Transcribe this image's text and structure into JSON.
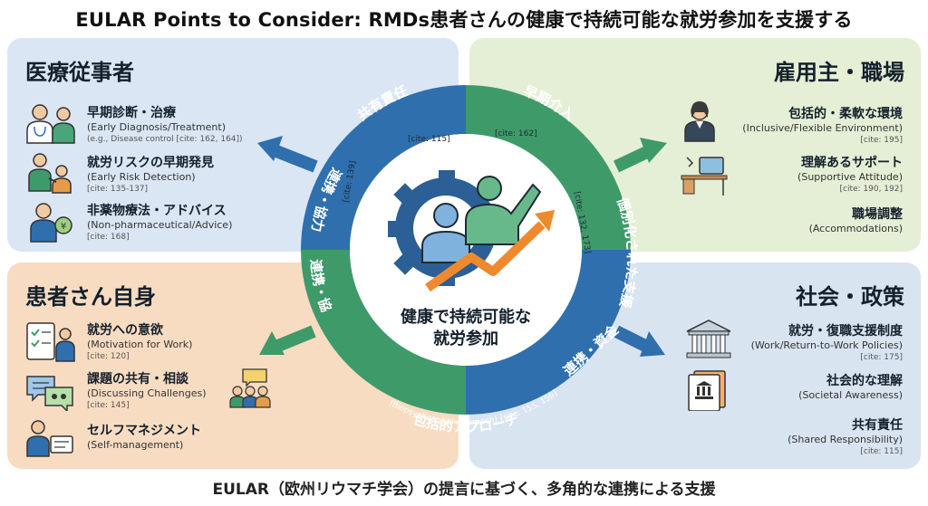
{
  "title": "EULAR Points to Consider: RMDs患者さんの健康で持続可能な就労参加を支援する",
  "footer": "EULAR（欧州リウマチ学会）の提言に基づく、多角的な連携による支援",
  "center_label": [
    "健康で持続可能な",
    "就労参加"
  ],
  "ring": {
    "top_left": {
      "label": "共有責任",
      "cite": "[cite: 115]"
    },
    "top_right": {
      "label": "早期介入",
      "cite": "[cite: 162]"
    },
    "right": {
      "label": "個別化された支援",
      "cite": "[cite: 132, 173]"
    },
    "left_upper": {
      "label": "連携・協力",
      "cite": "[cite: 139]"
    },
    "left_lower": {
      "label": "連携・協力"
    },
    "right_lower": {
      "label": "連携・資金"
    },
    "bottom": {
      "label": "包括的アプローチ",
      "sublabel": "(Biopsychosocial Approach)",
      "cite": "[cite: 155, 156]"
    }
  },
  "quadrants": {
    "healthcare": {
      "heading": "医療従事者",
      "items": [
        {
          "title": "早期診断・治療",
          "en": "(Early Diagnosis/Treatment)",
          "cite": "(e.g., Disease control [cite: 162, 164])"
        },
        {
          "title": "就労リスクの早期発見",
          "en": "(Early Risk Detection)",
          "cite": "[cite: 135-137]"
        },
        {
          "title": "非薬物療法・アドバイス",
          "en": "(Non-pharmaceutical/Advice)",
          "cite": "[cite: 168]"
        }
      ]
    },
    "employer": {
      "heading": "雇用主・職場",
      "items": [
        {
          "title": "包括的・柔軟な環境",
          "en": "(Inclusive/Flexible Environment)",
          "cite": "[cite: 195]"
        },
        {
          "title": "理解あるサポート",
          "en": "(Supportive Attitude)",
          "cite": "[cite: 190, 192]"
        },
        {
          "title": "職場調整",
          "en": "(Accommodations)"
        }
      ]
    },
    "patient": {
      "heading": "患者さん自身",
      "items": [
        {
          "title": "就労への意欲",
          "en": "(Motivation for Work)",
          "cite": "[cite: 120]"
        },
        {
          "title": "課題の共有・相談",
          "en": "(Discussing Challenges)",
          "cite": "[cite: 145]"
        },
        {
          "title": "セルフマネジメント",
          "en": "(Self-management)"
        }
      ]
    },
    "society": {
      "heading": "社会・政策",
      "items": [
        {
          "title": "就労・復職支援制度",
          "en": "(Work/Return-to-Work Policies)",
          "cite": "[cite: 175]"
        },
        {
          "title": "社会的な理解",
          "en": "(Societal Awareness)"
        },
        {
          "title": "共有責任",
          "en": "(Shared Responsibility)",
          "cite": "[cite: 115]"
        }
      ]
    }
  },
  "colors": {
    "ring_blue": "#2f6fae",
    "ring_green": "#3f9a6a",
    "gear": "#2b5f95",
    "growth_arrow": "#ee8a2d"
  }
}
